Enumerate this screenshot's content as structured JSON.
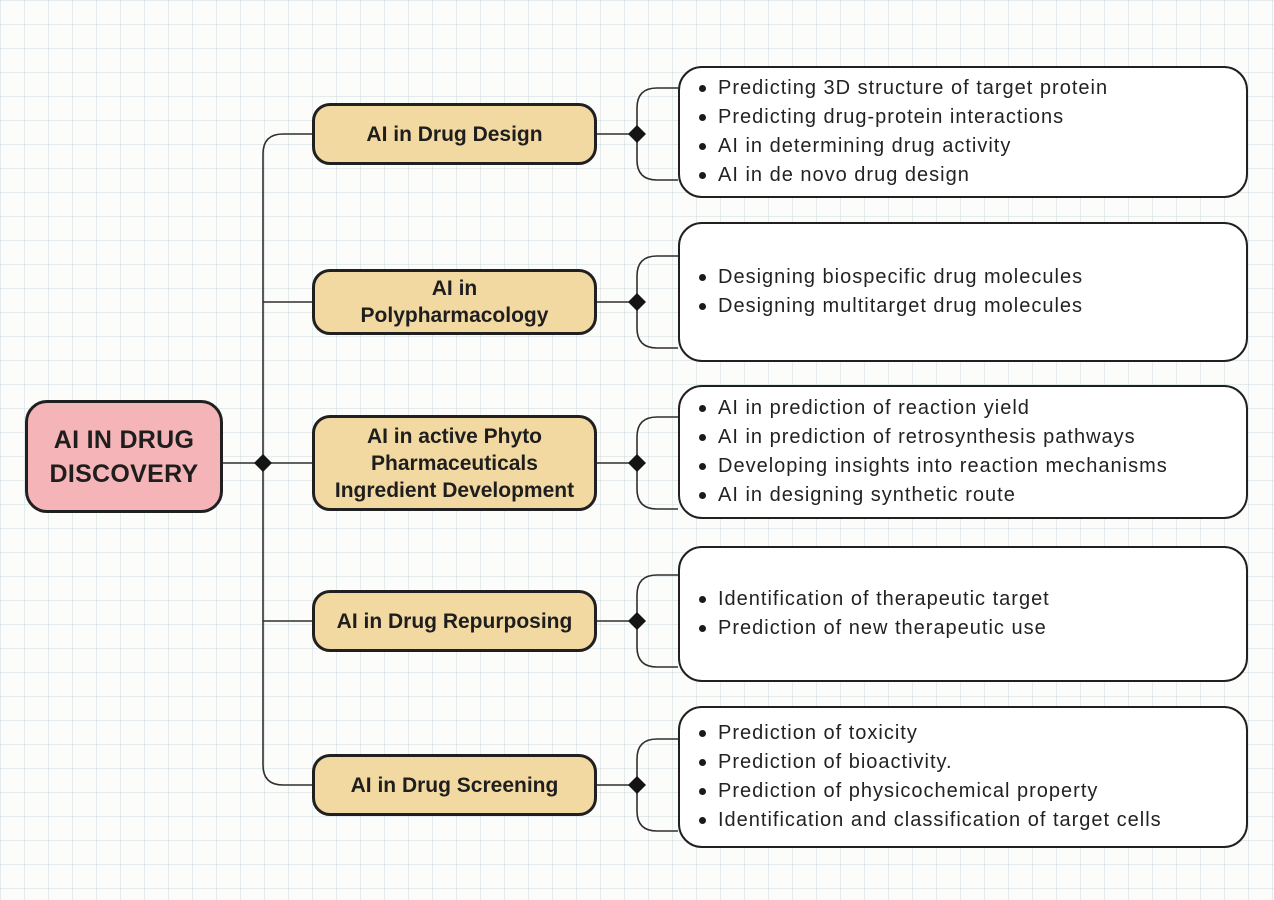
{
  "title": "AI in Drug Discovery mind map",
  "root": {
    "label": "AI IN DRUG\nDISCOVERY"
  },
  "branches": [
    {
      "label": "AI in Drug Design",
      "items": [
        "Predicting 3D structure of target protein",
        "Predicting drug-protein interactions",
        "AI in determining drug activity",
        "AI in de novo drug design"
      ]
    },
    {
      "label": "AI in\nPolypharmacology",
      "items": [
        "Designing biospecific drug molecules",
        "Designing multitarget drug molecules"
      ]
    },
    {
      "label": "AI in active Phyto\nPharmaceuticals\nIngredient Development",
      "items": [
        "AI in prediction of reaction yield",
        "AI in prediction of retrosynthesis pathways",
        "Developing insights into reaction mechanisms",
        "AI in designing synthetic route"
      ]
    },
    {
      "label": "AI in Drug Repurposing",
      "items": [
        "Identification of therapeutic target",
        "Prediction of new therapeutic use"
      ]
    },
    {
      "label": "AI in Drug Screening",
      "items": [
        "Prediction of toxicity",
        "Prediction of bioactivity.",
        "Prediction of physicochemical property",
        "Identification and classification of target cells"
      ]
    }
  ],
  "colors": {
    "root_fill": "#f5b4b7",
    "branch_fill": "#f2d9a2",
    "leaf_fill": "#ffffff",
    "outline": "#202020",
    "connector": "#2f2f2f",
    "diamond": "#141414"
  }
}
